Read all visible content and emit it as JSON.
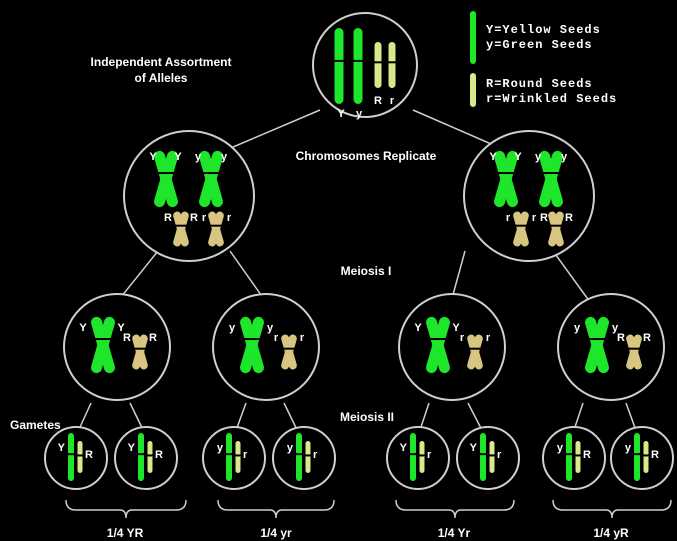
{
  "title_line1": "Independent Assortment",
  "title_line2": "of Alleles",
  "legend": [
    {
      "text": "Y=Yellow Seeds",
      "color": "#1ee62a"
    },
    {
      "text": "y=Green Seeds",
      "color": "#1ee62a"
    },
    {
      "text": "R=Round Seeds",
      "color": "#d8e88a"
    },
    {
      "text": "r=Wrinkled Seeds",
      "color": "#d8e88a"
    }
  ],
  "labels": {
    "replicate": "Chromosomes Replicate",
    "meiosis1": "Meiosis I",
    "meiosis2": "Meiosis II",
    "gametes": "Gametes"
  },
  "parent_alleles": [
    "Y",
    "y",
    "R",
    "r"
  ],
  "replicated": {
    "left": {
      "long": [
        "Y",
        "Y",
        "y",
        "y"
      ],
      "short": [
        "R",
        "R",
        "r",
        "r"
      ]
    },
    "right": {
      "long": [
        "Y",
        "Y",
        "y",
        "y"
      ],
      "short": [
        "r",
        "r",
        "R",
        "R"
      ]
    }
  },
  "meiosis1_cells": [
    {
      "long": [
        "Y",
        "Y"
      ],
      "short": [
        "R",
        "R"
      ]
    },
    {
      "long": [
        "y",
        "y"
      ],
      "short": [
        "r",
        "r"
      ]
    },
    {
      "long": [
        "Y",
        "Y"
      ],
      "short": [
        "r",
        "r"
      ]
    },
    {
      "long": [
        "y",
        "y"
      ],
      "short": [
        "R",
        "R"
      ]
    }
  ],
  "gametes": [
    {
      "long": "Y",
      "short": "R"
    },
    {
      "long": "Y",
      "short": "R"
    },
    {
      "long": "y",
      "short": "r"
    },
    {
      "long": "y",
      "short": "r"
    },
    {
      "long": "Y",
      "short": "r"
    },
    {
      "long": "Y",
      "short": "r"
    },
    {
      "long": "y",
      "short": "R"
    },
    {
      "long": "y",
      "short": "R"
    }
  ],
  "fractions": [
    "1/4 YR",
    "1/4 yr",
    "1/4 Yr",
    "1/4 yR"
  ],
  "colors": {
    "green": "#1ee62a",
    "pale": "#d8e88a",
    "tan": "#d9c582",
    "line": "#cfcfcf",
    "band": "#000000"
  }
}
